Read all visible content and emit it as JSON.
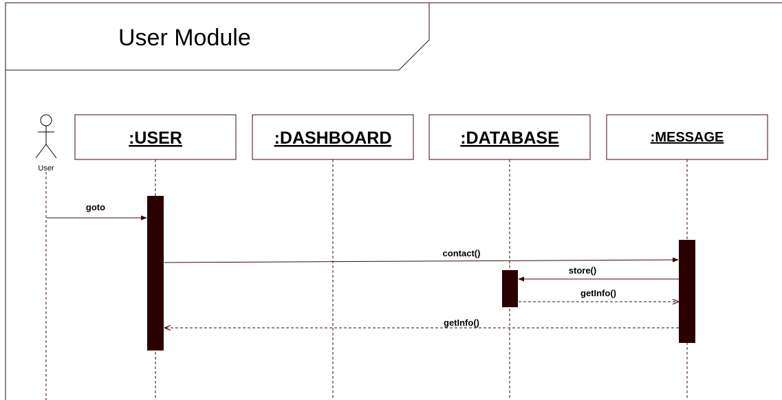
{
  "frame": {
    "title": "User Module"
  },
  "actor": {
    "label": "User"
  },
  "lifelines": [
    {
      "id": "user",
      "label": ":USER"
    },
    {
      "id": "dashboard",
      "label": ":DASHBOARD"
    },
    {
      "id": "database",
      "label": ":DATABASE"
    },
    {
      "id": "message",
      "label": ":MESSAGE"
    }
  ],
  "messages": [
    {
      "label": "goto",
      "from": "actor",
      "to": "user",
      "kind": "sync"
    },
    {
      "label": "contact()",
      "from": "user",
      "to": "message",
      "kind": "sync"
    },
    {
      "label": "store()",
      "from": "message",
      "to": "database",
      "kind": "sync"
    },
    {
      "label": "getInfo()",
      "from": "database",
      "to": "message",
      "kind": "return"
    },
    {
      "label": "getInfo()",
      "from": "message",
      "to": "user",
      "kind": "return"
    }
  ],
  "colors": {
    "line": "#3a0a0a",
    "activation": "#2a0000",
    "frame": "#3a0a0a"
  }
}
